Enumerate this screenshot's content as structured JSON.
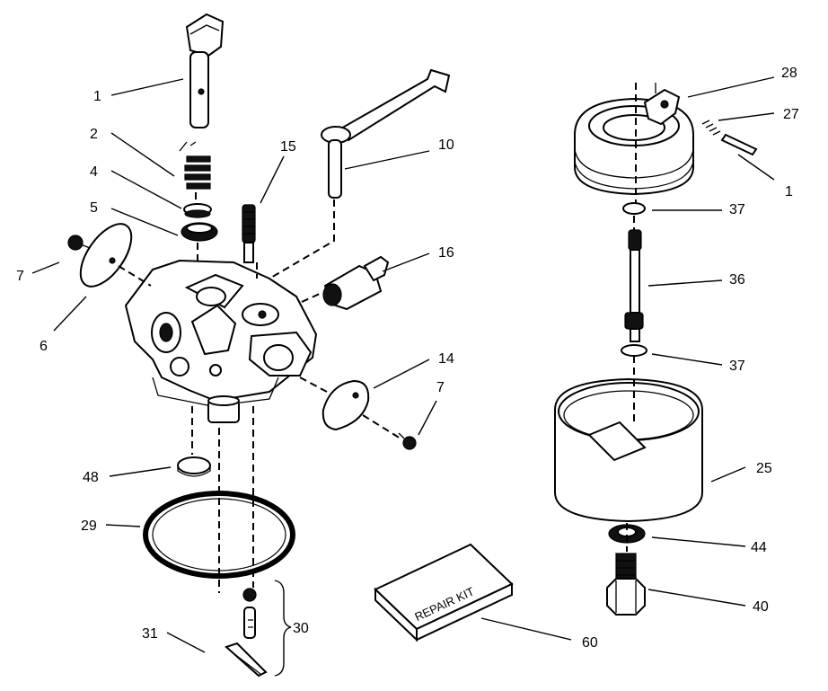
{
  "callouts": {
    "c1_left": "1",
    "c2": "2",
    "c4": "4",
    "c5": "5",
    "c7_left": "7",
    "c6": "6",
    "c15": "15",
    "c10": "10",
    "c16": "16",
    "c14": "14",
    "c7_right": "7",
    "c48": "48",
    "c29": "29",
    "c31": "31",
    "c30": "30",
    "c60": "60",
    "c28": "28",
    "c27": "27",
    "c1_right": "1",
    "c37_top": "37",
    "c36": "36",
    "c37_bottom": "37",
    "c25": "25",
    "c44": "44",
    "c40": "40"
  },
  "repair_kit_label": "REPAIR KIT"
}
